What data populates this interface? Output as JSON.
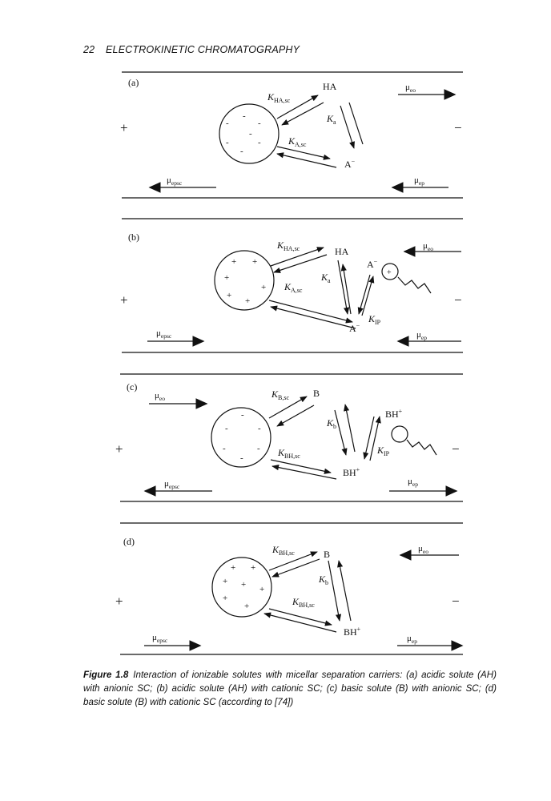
{
  "header": {
    "page_number": "22",
    "running_title": "ELECTROKINETIC CHROMATOGRAPHY"
  },
  "panels": [
    {
      "label": "(a)",
      "plus": "+",
      "minus": "−",
      "K_partition_neutral": {
        "sym": "K",
        "sub": "HA,sc"
      },
      "K_partition_ion": {
        "sym": "K",
        "sub": "A,sc"
      },
      "K_eq": {
        "sym": "K",
        "sub": "a"
      },
      "species_top": "HA",
      "species_bottom": {
        "base": "A",
        "sup": "−"
      },
      "mu_eo": {
        "sym": "μ",
        "sub": "eo"
      },
      "mu_epsc": {
        "sym": "μ",
        "sub": "epsc"
      },
      "mu_ep": {
        "sym": "μ",
        "sub": "ep"
      },
      "micelle_charges": [
        "-",
        "-",
        "-",
        "-",
        "-",
        "-",
        "-"
      ]
    },
    {
      "label": "(b)",
      "plus": "+",
      "minus": "−",
      "K_partition_neutral": {
        "sym": "K",
        "sub": "HA,sc"
      },
      "K_partition_ion": {
        "sym": "K",
        "sub": "A,sc"
      },
      "K_eq": {
        "sym": "K",
        "sub": "a"
      },
      "K_ip": {
        "sym": "K",
        "sub": "IP"
      },
      "species_top": "HA",
      "species_ion_pair": {
        "base": "A",
        "sup": "−"
      },
      "species_bottom": {
        "base": "A",
        "sup": "−"
      },
      "surfactant_charge": "+",
      "mu_eo": {
        "sym": "μ",
        "sub": "eo"
      },
      "mu_epsc": {
        "sym": "μ",
        "sub": "epsc"
      },
      "mu_ep": {
        "sym": "μ",
        "sub": "ep"
      },
      "micelle_charges": [
        "+",
        "+",
        "+",
        "+",
        "+",
        "+"
      ]
    },
    {
      "label": "(c)",
      "plus": "+",
      "minus": "−",
      "K_partition_neutral": {
        "sym": "K",
        "sub": "B,sc"
      },
      "K_partition_ion": {
        "sym": "K",
        "sub": "BH,sc"
      },
      "K_eq": {
        "sym": "K",
        "sub": "b"
      },
      "K_ip": {
        "sym": "K",
        "sub": "IP"
      },
      "species_top": "B",
      "species_ion_pair": {
        "base": "BH",
        "sup": "+"
      },
      "species_bottom": {
        "base": "BH",
        "sup": "+"
      },
      "surfactant_charge": "-",
      "mu_eo": {
        "sym": "μ",
        "sub": "eo"
      },
      "mu_epsc": {
        "sym": "μ",
        "sub": "epsc"
      },
      "mu_ep": {
        "sym": "μ",
        "sub": "ep"
      },
      "micelle_charges": [
        "-",
        "-",
        "-",
        "-",
        "-",
        "-"
      ]
    },
    {
      "label": "(d)",
      "plus": "+",
      "minus": "−",
      "K_partition_neutral": {
        "sym": "K",
        "sub": "BH,sc"
      },
      "K_partition_ion": {
        "sym": "K",
        "sub": "BH,sc"
      },
      "K_eq": {
        "sym": "K",
        "sub": "b"
      },
      "species_top": "B",
      "species_bottom": {
        "base": "BH",
        "sup": "+"
      },
      "mu_eo": {
        "sym": "μ",
        "sub": "eo"
      },
      "mu_epsc": {
        "sym": "μ",
        "sub": "epsc"
      },
      "mu_ep": {
        "sym": "μ",
        "sub": "ep"
      },
      "micelle_charges": [
        "+",
        "+",
        "+",
        "+",
        "+",
        "+",
        "+"
      ]
    }
  ],
  "caption": {
    "label": "Figure 1.8",
    "text": "Interaction of ionizable solutes with micellar separation carriers: (a) acidic solute (AH) with anionic SC; (b) acidic solute (AH) with cationic SC; (c) basic solute (B) with anionic SC; (d) basic solute (B) with cationic SC (according to [74])"
  }
}
